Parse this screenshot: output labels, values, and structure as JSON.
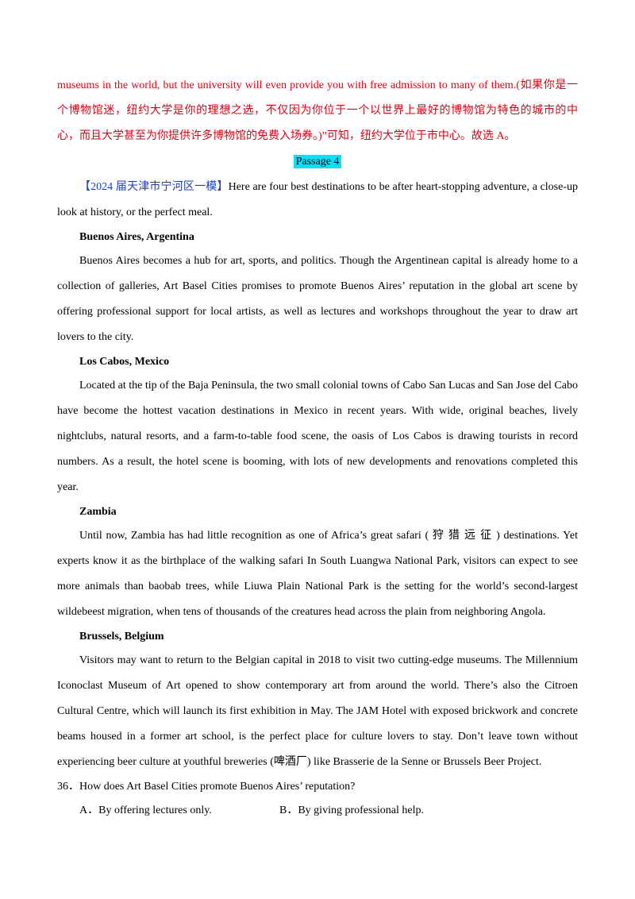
{
  "prev_answer": {
    "text": "museums in the world, but the university will even provide you with free admission to many of them.(如果你是一个博物馆迷，纽约大学是你的理想之选，不仅因为你位于一个以世界上最好的博物馆为特色的城市的中心，而且大学甚至为你提供许多博物馆的免费入场券。)”可知，纽约大学位于市中心。故选 A。",
    "color": "#e60012"
  },
  "passage_label": "Passage 4",
  "intro": {
    "source": "【2024 届天津市宁河区一模】",
    "text": "Here are four best destinations to be after heart-stopping adventure, a close-up look at history, or the perfect meal."
  },
  "sections": [
    {
      "heading": "Buenos Aires, Argentina",
      "body": "Buenos Aires becomes a hub for art, sports, and politics. Though the Argentinean capital is already home to a collection of galleries, Art Basel Cities promises to promote Buenos Aires’ reputation in the global art scene by offering professional support for local artists, as well as lectures and workshops throughout the year to draw art lovers to the city."
    },
    {
      "heading": "Los Cabos, Mexico",
      "body": "Located at the tip of the Baja Peninsula, the two small colonial towns of Cabo San Lucas and San Jose del Cabo have become the hottest vacation destinations in Mexico in recent years. With wide, original beaches, lively nightclubs, natural resorts, and a farm-to-table food scene, the oasis of Los Cabos is drawing tourists in record numbers. As a result, the hotel scene is booming, with lots of new developments and renovations completed this year."
    },
    {
      "heading": "Zambia",
      "body": "Until now, Zambia has had little recognition as one of Africa’s great safari ( 狩 猎 远 征 ) destinations. Yet experts know it as the birthplace of the walking safari In South Luangwa National Park, visitors can expect to see more animals than baobab trees, while Liuwa Plain National Park is the setting for the world’s second-largest wildebeest migration, when tens of thousands of the creatures head across the plain from neighboring Angola."
    },
    {
      "heading": "Brussels, Belgium",
      "body": "Visitors may want to return to the Belgian capital in 2018 to visit two cutting-edge museums. The Millennium Iconoclast Museum of Art opened to show contemporary art from around the world. There’s also the Citroen Cultural Centre, which will launch its first exhibition in May. The JAM Hotel with exposed brickwork and concrete beams housed in a former art school, is the perfect place for culture lovers to stay. Don’t leave town without experiencing beer culture at youthful breweries (啤酒厂) like Brasserie de la Senne or Brussels Beer Project."
    }
  ],
  "question": {
    "text": "36．How does Art Basel Cities promote Buenos Aires’ reputation?",
    "options": [
      "A．By offering lectures only.",
      "B．By giving professional help."
    ]
  }
}
